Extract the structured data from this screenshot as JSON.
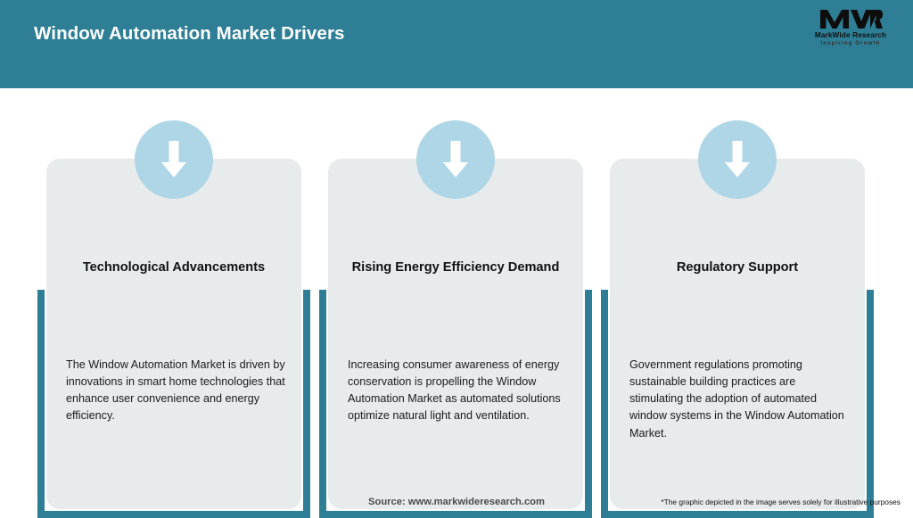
{
  "header": {
    "title": "Window Automation Market Drivers",
    "background_color": "#2E7F96",
    "title_color": "#FFFFFF"
  },
  "logo": {
    "mark": "MWR",
    "company": "MarkWide Research",
    "tagline": "Inspiring Growth"
  },
  "theme": {
    "accent_teal": "#2E7F96",
    "card_background": "#E8EBEC",
    "icon_circle": "#AED6E6",
    "arrow": "#FFFFFF",
    "page_background": "#FFFFFF"
  },
  "cards": [
    {
      "icon": "arrow-down-icon",
      "title": "Technological Advancements",
      "body": "The Window Automation Market is driven by innovations in smart home technologies that enhance user convenience and energy efficiency."
    },
    {
      "icon": "arrow-down-icon",
      "title": "Rising Energy Efficiency Demand",
      "body": "Increasing consumer awareness of energy conservation is propelling the Window Automation Market as automated solutions optimize natural light and ventilation."
    },
    {
      "icon": "arrow-down-icon",
      "title": "Regulatory Support",
      "body": "Government regulations promoting sustainable building practices are stimulating the adoption of automated window systems in the Window Automation Market."
    }
  ],
  "footer": {
    "source": "Source: www.markwideresearch.com",
    "disclaimer": "*The graphic depicted in the image serves solely for illustrative purposes"
  }
}
